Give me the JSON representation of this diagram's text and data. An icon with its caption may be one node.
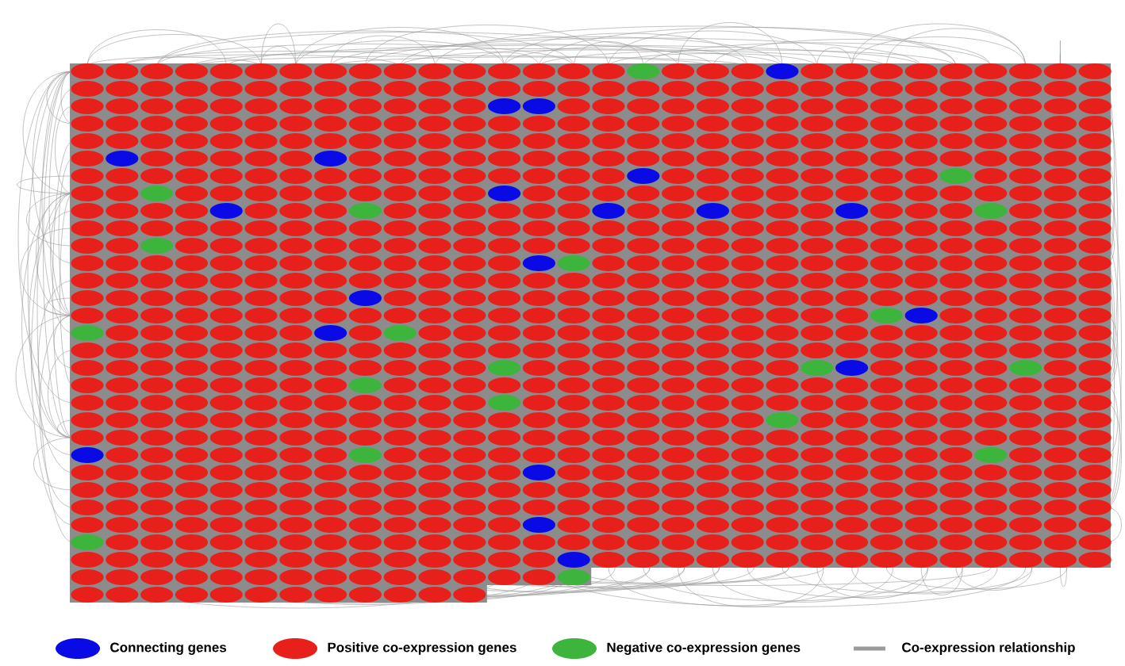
{
  "diagram": {
    "legend": [
      {
        "text": "Connecting genes",
        "color": "#0a0ae6"
      },
      {
        "text": "Positive co-expression genes",
        "color": "#e8201c"
      },
      {
        "text": "Negative co-expression genes",
        "color": "#3db53d"
      },
      {
        "text": "Co-expression relationship"
      }
    ]
  }
}
